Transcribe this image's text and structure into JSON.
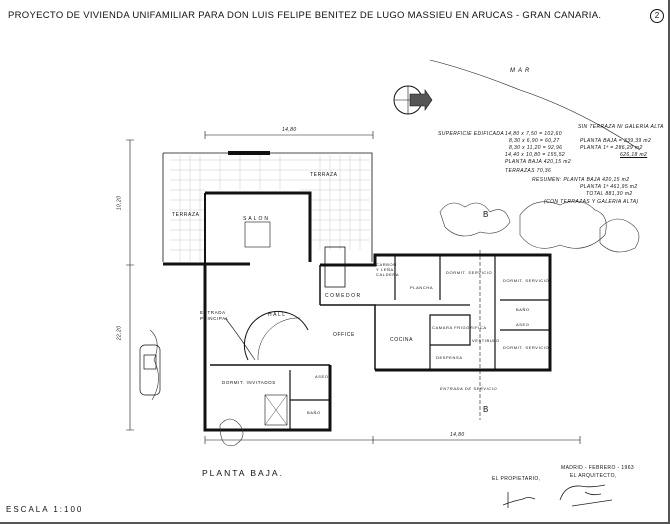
{
  "header": {
    "title": "PROYECTO DE VIVIENDA UNIFAMILIAR PARA DON LUIS FELIPE BENITEZ DE LUGO MASSIEU EN ARUCAS - GRAN CANARIA.",
    "sheet_number": "2"
  },
  "compass": {
    "label": "MAR"
  },
  "surfaces": {
    "heading": "SUPERFICIE EDIFICADA",
    "rows": [
      "14,80 x 7,50 = 102,60",
      "8,30 x 6,90 = 60,27",
      "8,30 x 11,20 = 92,96",
      "14,40 x 10,80 = 155,52"
    ],
    "planta_baja": "PLANTA BAJA  420,15 m2",
    "terrazas": "TERRAZAS   70,36",
    "sin_heading": "SIN TERRAZA NI GALERIA ALTA",
    "sin_rows": [
      "PLANTA BAJA  =  339,39 m2",
      "PLANTA 1ª  =  286,29 m2"
    ],
    "sin_total": "626,18 m2",
    "resumen_rows": [
      "RESUMEN:  PLANTA BAJA   420,15 m2",
      "PLANTA 1ª   461,95 m2"
    ],
    "total": "TOTAL   881,30 m2",
    "note": "(CON TERRAZAS Y GALERIA ALTA)"
  },
  "rooms": {
    "terraza_top": "TERRAZA",
    "terraza_left": "TERRAZA",
    "salon": "SALON",
    "comedor": "COMEDOR",
    "hall": "HALL",
    "entrada_principal": "ENTRADA PRINCIPAL",
    "office": "OFFICE",
    "cocina": "COCINA",
    "carbon": "CARBON Y LEÑA CALDERA",
    "plancha": "PLANCHA",
    "dormit_servicio_1": "DORMIT. SERVICIO",
    "dormit_servicio_2": "DORMIT. SERVICIO",
    "dormit_servicio_3": "DORMIT. SERVICIO",
    "bano_servicio": "BAÑO",
    "aseo_servicio": "ASEO",
    "camara": "CAMARA FRIGORIFICA",
    "despensa": "DESPENSA",
    "vestibulo": "VESTIBULO",
    "dormit_invitados": "DORMIT. INVITADOS",
    "aseo": "ASEO",
    "bano": "BAÑO",
    "entrada_servicio": "ENTRADA DE SERVICIO",
    "section_b": "B"
  },
  "dimensions": {
    "top": "14,80",
    "bottom": "14,80",
    "left_total": "22,20",
    "left_upper": "10,20"
  },
  "footer": {
    "plan_title": "PLANTA BAJA.",
    "scale": "ESCALA   1:100",
    "owner": "EL PROPIETARIO,",
    "place_date": "MADRID - FEBRERO - 1963",
    "architect": "EL ARQUITECTO,"
  }
}
